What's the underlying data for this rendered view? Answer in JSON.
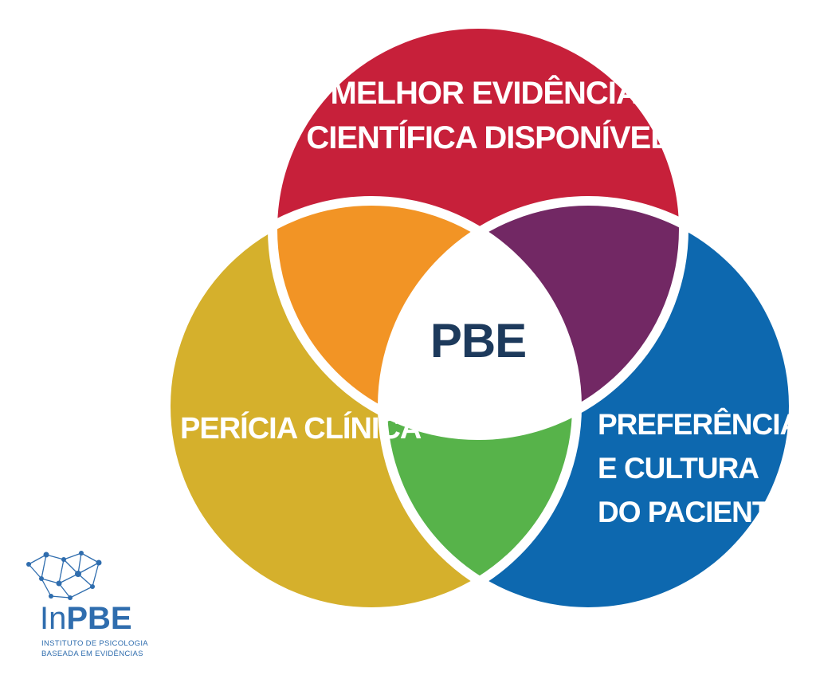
{
  "diagram": {
    "center_label": "PBE",
    "circles": {
      "top": {
        "label_lines": [
          "MELHOR EVIDÊNCIA",
          "CIENTÍFICA DISPONÍVEL"
        ],
        "color": "#C7203A"
      },
      "left": {
        "label_lines": [
          "PERÍCIA CLÍNICA"
        ],
        "color": "#D5B02C"
      },
      "right": {
        "label_lines": [
          "PREFERÊNCIAS",
          "E CULTURA",
          "DO PACIENTE"
        ],
        "color": "#0D68AF"
      }
    },
    "overlaps": {
      "top_left": "#F29425",
      "top_right": "#722864",
      "left_right": "#57B34A",
      "center": "#FFFFFF"
    },
    "center_text_color": "#1D3A5C"
  },
  "logo": {
    "wordmark_in": "In",
    "wordmark_pbe": "PBE",
    "tagline_lines": [
      "INSTITUTO DE PSICOLOGIA",
      "BASEADA EM EVIDÊNCIAS"
    ],
    "color": "#2F6DAE"
  }
}
